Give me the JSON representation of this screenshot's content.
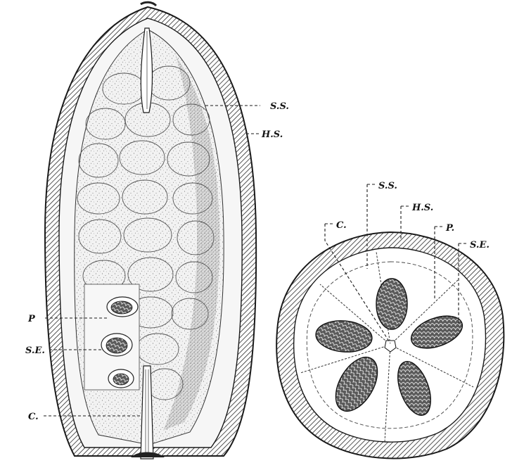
{
  "figure": {
    "ink_color": "#1a1a1a",
    "paper_color": "#ffffff",
    "hatch_color": "#2a2a2a",
    "pulp_color": "#f3f3f3",
    "seed_light": "#e6e6e6",
    "seed_dark": "#3a3a3a"
  },
  "longitudinal_section": {
    "labels": {
      "ss": "S.S.",
      "hs": "H.S.",
      "p": "P",
      "se": "S.E.",
      "c": "C."
    }
  },
  "transverse_section": {
    "labels": {
      "ss": "S.S.",
      "hs": "H.S.",
      "c": "C.",
      "p": "P.",
      "se": "S.E."
    },
    "locule_count": 5
  }
}
